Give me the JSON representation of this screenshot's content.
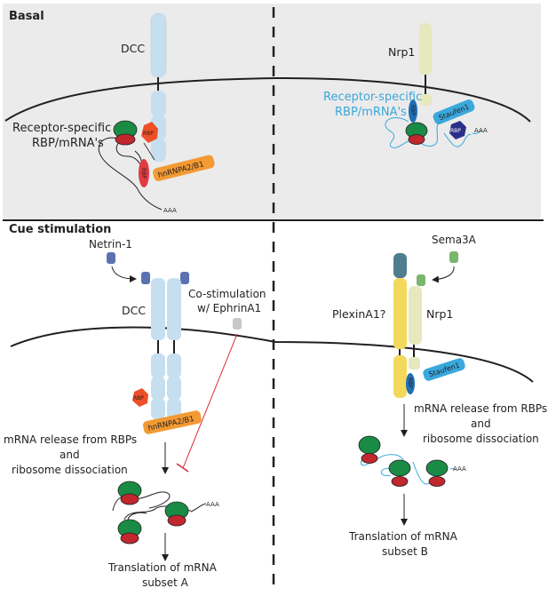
{
  "panels": {
    "basal": {
      "title": "Basal",
      "left": {
        "receptor_label": "DCC",
        "rbp_label_line1": "Receptor-specific",
        "rbp_label_line2": "RBP/mRNA's",
        "rbp_hex_label": "RBP",
        "rbp_oval_label": "RBP",
        "hnrnp_label": "hnRNPA2/B1",
        "polya_label": "AAA"
      },
      "right": {
        "receptor_label": "Nrp1",
        "rbp_label_line1": "Receptor-specific",
        "rbp_label_line2": "RBP/mRNA's",
        "rbp_oval_label": "RBP",
        "staufen_label": "Staufen1",
        "rbp_hex_label": "RBP",
        "polya_label": "AAA"
      }
    },
    "cue": {
      "title": "Cue stimulation",
      "left": {
        "cue_label": "Netrin-1",
        "receptor_label": "DCC",
        "costim_line1": "Co-stimulation",
        "costim_line2": "w/ EphrinA1",
        "rbp_hex_label": "RBP",
        "hnrnp_label": "hnRNPA2/B1",
        "release_line1": "mRNA release from RBPs",
        "release_line2": "and",
        "release_line3": "ribosome dissociation",
        "polya_label": "AAA",
        "result_line1": "Translation of mRNA",
        "result_line2": "subset A"
      },
      "right": {
        "cue_label": "Sema3A",
        "coreceptor_label": "PlexinA1?",
        "receptor_label": "Nrp1",
        "staufen_label": "Staufen1",
        "rbp_oval_label": "RBP",
        "release_line1": "mRNA release from RBPs",
        "release_line2": "and",
        "release_line3": "ribosome dissociation",
        "polya_label": "AAA",
        "result_line1": "Translation of mRNA",
        "result_line2": "subset B"
      }
    }
  },
  "colors": {
    "panel_bg": "#ebebeb",
    "dcc": "#c6dff0",
    "nrp1": "#e6e8bd",
    "plexin": "#f2d95b",
    "plexin_cap": "#4f7c8e",
    "netrin": "#5b72b2",
    "sema": "#7ab66c",
    "ephrin": "#c8c8c8",
    "rbp_orange": "#ee4f27",
    "rbp_red": "#e23a3f",
    "rbp_navy": "#2b2f8a",
    "rbp_blue": "#1f6fb5",
    "hnrnp": "#f29a33",
    "staufen": "#3aa8dd",
    "ribo_large": "#1a8b45",
    "ribo_small": "#c1272d",
    "mrna_blue": "#3aa8dd",
    "inhibit": "#e0293a"
  }
}
